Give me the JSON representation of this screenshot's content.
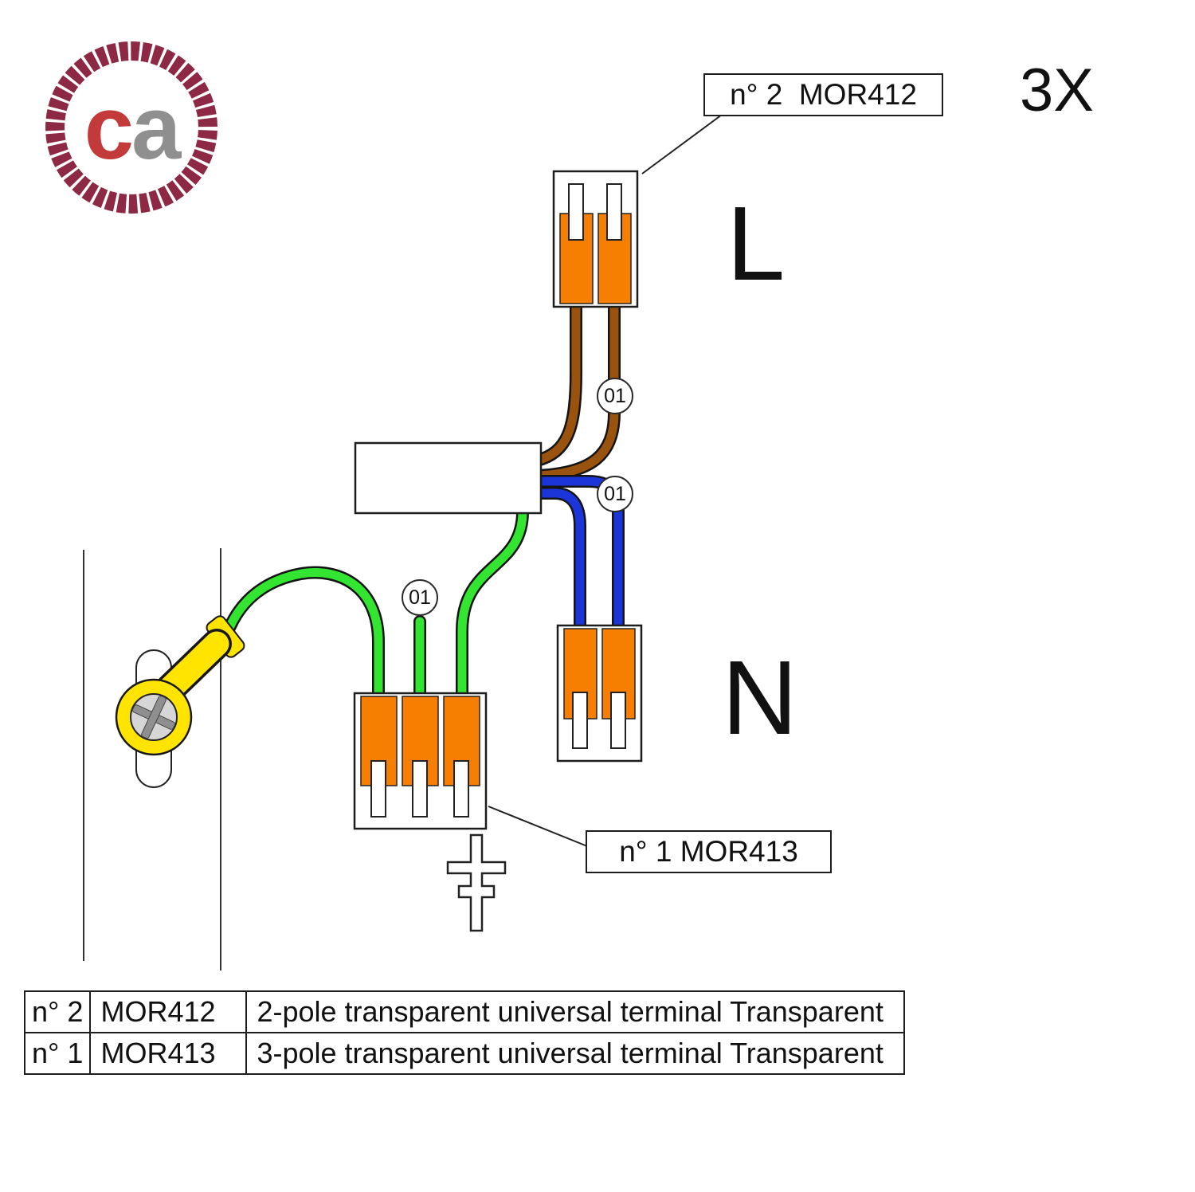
{
  "brand": {
    "logo_c": "c",
    "logo_a": "a"
  },
  "callouts": {
    "mor412": "n° 2  MOR412",
    "mor413": "n° 1 MOR413",
    "multiplier": "3X"
  },
  "line_labels": {
    "live": "L",
    "neutral": "N"
  },
  "wire_badges": {
    "live": "01",
    "neutral": "01",
    "earth": "01"
  },
  "parts_table": {
    "rows": [
      {
        "qty": "n° 2",
        "code": "MOR412",
        "description": "2-pole transparent universal terminal Transparent"
      },
      {
        "qty": "n° 1",
        "code": "MOR413",
        "description": "3-pole transparent universal terminal Transparent"
      }
    ]
  },
  "colors": {
    "terminal_orange": "#F67E00",
    "wire_brown": "#9A530F",
    "wire_blue": "#1B35D9",
    "wire_green": "#33E431",
    "lug_yellow": "#FFE400",
    "rope_maroon": "#8D2944",
    "logo_red": "#C23A3A",
    "logo_gray": "#8F8F8F"
  }
}
